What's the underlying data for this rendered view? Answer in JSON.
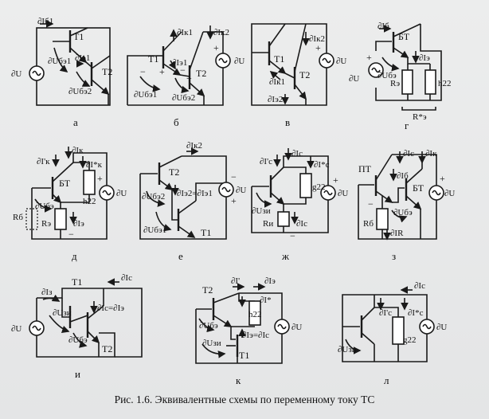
{
  "caption": "Рис. 1.6. Эквивалентные схемы по переменному току ТС",
  "panels": {
    "a": {
      "letter": "а",
      "t1": "T1",
      "t2": "T2",
      "ib1": "∂Iб1",
      "ie1": "∂Iэ1",
      "ube1": "∂Uбэ1",
      "ube2": "∂Uбэ2",
      "u": "∂U"
    },
    "b": {
      "letter": "б",
      "t1": "T1",
      "t2": "T2",
      "ik1": "∂Iк1",
      "ik2": "∂Iк2",
      "ie1": "∂Iэ1",
      "ube1": "∂Uбэ1",
      "ube2": "∂Uбэ2",
      "u": "∂U",
      "plus1": "+",
      "minus1": "−",
      "plus2": "+",
      "minus2": "−",
      "plus3": "+"
    },
    "v": {
      "letter": "в",
      "t1": "T1",
      "t2": "T2",
      "ik2": "∂Iк2",
      "ik1": "∂Iк1",
      "ie2": "∂Iэ2",
      "u": "∂U",
      "plus": "+"
    },
    "g": {
      "letter": "г",
      "bt": "БТ",
      "ib": "∂Iб",
      "ie": "∂Iэ",
      "ube": "∂Uбэ",
      "u": "∂U",
      "re": "Rэ",
      "h22": "h22",
      "rstar": "R*э",
      "plus": "+"
    },
    "d": {
      "letter": "д",
      "bt": "БТ",
      "ik_prime": "∂I'к",
      "ik": "∂Iк",
      "ik_star": "∂I*к",
      "h22": "h22",
      "ube": "∂Uбэ",
      "rb": "Rб",
      "re": "Rэ",
      "ie": "∂Iэ",
      "u": "∂U",
      "plus": "+",
      "minus": "−"
    },
    "e": {
      "letter": "е",
      "t2": "T2",
      "t1": "T1",
      "ik2": "∂Iк2",
      "ube2": "∂Uбэ2",
      "ie2": "∂Iэ2=∂Iэ1",
      "ube1": "∂Uбэ1",
      "u": "∂U",
      "plus": "+",
      "minus": "−"
    },
    "zh": {
      "letter": "ж",
      "ic_prime": "∂I'c",
      "ic": "∂Ic",
      "ic_star": "∂I*c",
      "g22": "g22",
      "uzi": "∂Uзи",
      "ri": "Rи",
      "ic2": "∂Ic",
      "u": "∂U",
      "plus": "+",
      "minus": "−"
    },
    "z": {
      "letter": "з",
      "pt": "ПТ",
      "bt": "БТ",
      "ic": "∂Ic",
      "ik": "∂Iк",
      "ib": "∂Iб",
      "ube": "∂Uбэ",
      "rb": "Rб",
      "ir": "∂IR",
      "u": "∂U",
      "plus": "+",
      "minus": "−"
    },
    "i": {
      "letter": "и",
      "t1": "T1",
      "t2": "T2",
      "is": "∂Iз",
      "ic": "∂Ic",
      "uzi": "∂Uзи",
      "ube": "∂Uбэ",
      "ic_eq": "∂Ic=∂Iэ",
      "u": "∂U"
    },
    "k": {
      "letter": "к",
      "t2": "T2",
      "t1": "T1",
      "i_prime": "∂I'",
      "i": "∂Iэ",
      "i_star": "∂I*",
      "h22": "h22",
      "ube": "∂Uбэ",
      "uzi": "∂Uзи",
      "ie_eq": "∂Iэ=∂Ic",
      "u": "∂U"
    },
    "l": {
      "letter": "л",
      "ic": "∂Ic",
      "ic_prime": "∂I'c",
      "ic_star": "∂I*c",
      "g22": "g22",
      "uzi": "∂Uзи",
      "u": "∂U"
    }
  }
}
